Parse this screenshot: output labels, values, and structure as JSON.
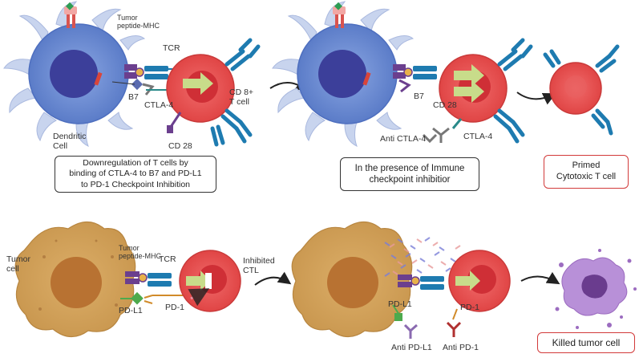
{
  "colors": {
    "dendritic_body": "#6f8fd6",
    "dendritic_nucleus": "#3c3f9a",
    "dendrite": "#c8d4ee",
    "tcell_body": "#e54b4b",
    "tcell_nucleus": "#cf2f36",
    "tumor_body": "#d1a158",
    "tumor_nucleus": "#b87232",
    "receptor_blue": "#1e7bb0",
    "mhc_purple": "#6b3f8e",
    "ctla4_teal": "#2a8a8a",
    "pd1_orange": "#d18b2a",
    "pdl1_green": "#4daa4d",
    "arrow_green": "#c8dc8a",
    "box_red": "#d23a3a",
    "dead_cell": "#9c6cc0"
  },
  "top": {
    "labels": {
      "tumor_peptide_mhc_1": "Tumor",
      "tumor_peptide_mhc_2": "peptide-MHC",
      "tcr": "TCR",
      "cd8_1": "CD 8+",
      "cd8_2": "T cell",
      "b7": "B7",
      "ctla4": "CTLA-4",
      "dendritic_1": "Dendritic",
      "dendritic_2": "Cell",
      "cd28": "CD 28",
      "b7_mid": "B7",
      "cd28_mid": "CD 28",
      "anti_ctla4": "Anti CTLA-4",
      "ctla4_mid": "CTLA-4"
    },
    "box_left": [
      "Downregulation of T cells by",
      "binding of CTLA-4 to B7 and PD-L1",
      "to PD-1 Checkpoint Inhibition"
    ],
    "box_mid": [
      "In the presence of Immune",
      "checkpoint inhibitior"
    ],
    "box_right": [
      "Primed",
      "Cytotoxic T cell"
    ]
  },
  "bottom": {
    "labels": {
      "tumor_1": "Tumor",
      "tumor_2": "cell",
      "tumor_peptide_mhc_1": "Tumor",
      "tumor_peptide_mhc_2": "peptide-MHC",
      "tcr": "TCR",
      "inhibited_1": "Inhibited",
      "inhibited_2": "CTL",
      "pdl1": "PD-L1",
      "pd1": "PD-1",
      "pdl1_mid": "PD-L1",
      "pd1_mid": "PD-1",
      "anti_pdl1": "Anti PD-L1",
      "anti_pd1": "Anti PD-1"
    },
    "box_right": "Killed tumor cell"
  }
}
